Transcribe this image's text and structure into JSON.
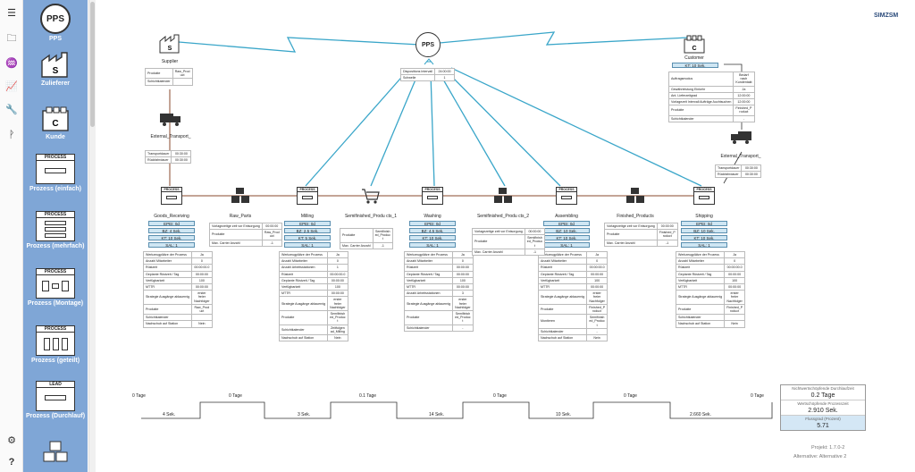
{
  "rail_icons": [
    "menu-icon",
    "folder-icon",
    "hierarchy-icon",
    "chart-icon",
    "wrench-icon",
    "branch-icon",
    "gear-icon",
    "help-icon"
  ],
  "rail_glyphs": [
    "☰",
    "🗀",
    "♒",
    "📈",
    "🔧",
    "ᚹ",
    "⚙",
    "?"
  ],
  "palette": {
    "pps": "PPS",
    "supplier": "Zulieferer",
    "customer": "Kunde",
    "customer_icon_letter": "C",
    "supplier_icon_letter": "S",
    "process_header": "PROCESS",
    "lead_header": "LEAD",
    "process_simple": "Prozess (einfach)",
    "process_multi": "Prozess (mehrfach)",
    "process_assembly": "Prozess (Montage)",
    "process_split": "Prozess (geteilt)",
    "process_lead": "Prozess (Durchlauf)"
  },
  "logo": "SIMZSM",
  "pps_node": {
    "label": "PPS",
    "rows": [
      [
        "Dispositions Intervall",
        "24:00:00"
      ],
      [
        "Schwelle",
        "1"
      ]
    ]
  },
  "supplier": {
    "label": "Supplier",
    "letter": "S",
    "rows": [
      [
        "Produkte",
        "Raw_Prod uct"
      ],
      [
        "Schichtkalender",
        ""
      ]
    ]
  },
  "customer": {
    "label": "Customer",
    "letter": "C",
    "kpi": "KT: 10 Sek.",
    "rows": [
      [
        "Auftragsmodus",
        "Bedarf nach Kundentakt"
      ],
      [
        "Gewährleistung Einkehr",
        "Ja"
      ],
      [
        "Ant. Lieferzeitgrad",
        "12:00:00"
      ],
      [
        "Vorlagezeit Intervall Aufträge Auchtsuchen",
        "12:00:00"
      ],
      [
        "Produkte",
        "Finished_P roduct"
      ],
      [
        "Schichtkalender",
        "-"
      ]
    ]
  },
  "transport_in": {
    "label": "External_Transport_",
    "rows": [
      [
        "Transportdauer",
        "00:30:00"
      ],
      [
        "Rückfahrdauer",
        "00:30:00"
      ]
    ]
  },
  "transport_out": {
    "label": "External_Transport_",
    "rows": [
      [
        "Transportdauer",
        "00:30:00"
      ],
      [
        "Rückfahrdauer",
        "00:30:00"
      ]
    ]
  },
  "processes": [
    {
      "label": "Goods_Receiving",
      "kpis": [
        "EPEI: 0d",
        "BZ: 4 Sek.",
        "KT: 10 Sek.",
        "SAL: 1"
      ],
      "rows": [
        [
          "Werkzeugplätze der Prozess",
          "Ja"
        ],
        [
          "Anzahl Mitarbeiter",
          "0"
        ],
        [
          "Rüstzeit",
          "00:00:00.0"
        ],
        [
          "Geplante Rüstzeit / Tag",
          "00:00:00"
        ],
        [
          "Verfügbarkeit",
          "100"
        ],
        [
          "MTTR",
          "00:00:00"
        ],
        [
          "Strategie Ausgänge ablauernig",
          "erster freier Nachfolger"
        ],
        [
          "Produkte",
          "Raw_Prod uct"
        ],
        [
          "Schichtkalender",
          ""
        ],
        [
          "Nachschub auf Station",
          "Nein"
        ]
      ]
    },
    {
      "label": "Milling",
      "kpis": [
        "EPEI: 0d",
        "BZ: 2.5 Sek.",
        "KT: 5 Sek.",
        "SAL: 1"
      ],
      "rows": [
        [
          "Werkzeugplätze der Prozess",
          "Ja"
        ],
        [
          "Anzahl Mitarbeiter",
          "0"
        ],
        [
          "Anzahl Arbeitsstationen",
          "1"
        ],
        [
          "Rüstzeit",
          "00:00:00.0"
        ],
        [
          "Geplante Rüstzeit / Tag",
          "00:00:00"
        ],
        [
          "Verfügbarkeit",
          "100"
        ],
        [
          "MTTR",
          "00:00:00"
        ],
        [
          "Strategie Ausgänge ablauernig",
          "erster freier Nachfolger"
        ],
        [
          "Produkte",
          "Semifinish ed_Produc t"
        ],
        [
          "Schichtkalender",
          "Zeitfolgen ad_Milling"
        ],
        [
          "Nachschub auf Station",
          "Nein"
        ]
      ]
    },
    {
      "label": "Washing",
      "kpis": [
        "EPEI: 0d",
        "BZ: 4.5 Sek.",
        "KT: 10 Sek.",
        "SAL: 1"
      ],
      "rows": [
        [
          "Werkzeugplätze der Prozess",
          "Ja"
        ],
        [
          "Anzahl Mitarbeiter",
          "0"
        ],
        [
          "Rüstzeit",
          "00:00:00"
        ],
        [
          "Geplante Rüstzeit / Tag",
          "00:00:00"
        ],
        [
          "Verfügbarkeit",
          "100"
        ],
        [
          "MTTR",
          "00:00:00"
        ],
        [
          "Anzahl Arbeitsstationen",
          "3"
        ],
        [
          "Strategie Ausgänge ablauernig",
          "erster freier Nachfolger"
        ],
        [
          "Produkte",
          "Semifinish ed_Produc t"
        ],
        [
          "Schichtkalender",
          "-"
        ]
      ]
    },
    {
      "label": "Assembling",
      "kpis": [
        "EPEI: 0d",
        "BZ: 10 Sek.",
        "KT: 10 Sek.",
        "SAL: 1"
      ],
      "rows": [
        [
          "Werkzeugplätze der Prozess",
          "Ja"
        ],
        [
          "Anzahl Mitarbeiter",
          "0"
        ],
        [
          "Rüstzeit",
          "00:00:00.0"
        ],
        [
          "Geplante Rüstzeit / Tag",
          "00:00:00"
        ],
        [
          "Verfügbarkeit",
          "100"
        ],
        [
          "MTTR",
          "00:00:00"
        ],
        [
          "Strategie Ausgänge ablauernig",
          "erster freier Nachfolger"
        ],
        [
          "Produkte",
          "Finished_P roduct"
        ],
        [
          "Montieren",
          "Semifinish ed_Produc t"
        ],
        [
          "Schichtkalender",
          "-"
        ],
        [
          "Nachschub auf Station",
          "Nein"
        ]
      ]
    },
    {
      "label": "Shipping",
      "kpis": [
        "EPEI: 0d",
        "BZ: 10 Sek.",
        "KT: 10 Sek.",
        "SAL: 1"
      ],
      "rows": [
        [
          "Werkzeugplätze der Prozess",
          "Ja"
        ],
        [
          "Anzahl Mitarbeiter",
          "0"
        ],
        [
          "Rüstzeit",
          "00:00:00.0"
        ],
        [
          "Geplante Rüstzeit / Tag",
          "00:00:00"
        ],
        [
          "Verfügbarkeit",
          "100"
        ],
        [
          "MTTR",
          "00:00:00"
        ],
        [
          "Strategie Ausgänge ablauernig",
          "erster freier Nachfolger"
        ],
        [
          "Produkte",
          "Finished_P roduct"
        ],
        [
          "Schichtkalender",
          ""
        ],
        [
          "Nachschub auf Station",
          "Nein"
        ]
      ]
    }
  ],
  "buffers": [
    {
      "label": "Raw_Parts",
      "rows": [
        [
          "Vorlagezeitge zeit vor Entsorgung",
          "00:00:00"
        ],
        [
          "Produkte",
          "Raw_Prod uct"
        ],
        [
          "Max. Carrier Anzahl",
          "-1"
        ]
      ]
    },
    {
      "label": "Semifinished_Produ cts_1",
      "rows": [
        [
          "Produkte",
          "Semifinish ed_Produc t"
        ],
        [
          "Max. Carrier Anzahl",
          "-1"
        ]
      ]
    },
    {
      "label": "Semifinished_Produ cts_2",
      "rows": [
        [
          "Vorlagezeitge zeit vor Entsorgung",
          "00:00:00"
        ],
        [
          "Produkte",
          "Semifinish ed_Produc t"
        ],
        [
          "Max. Carrier Anzahl",
          "-1"
        ]
      ]
    },
    {
      "label": "Finished_Products",
      "rows": [
        [
          "Vorlagezeitge zeit vor Entsorgung",
          "00:00:00"
        ],
        [
          "Produkte",
          "Finished_P roduct"
        ],
        [
          "Max. Carrier Anzahl",
          "-1"
        ]
      ]
    }
  ],
  "timeline": {
    "tage": [
      "0 Tage",
      "0 Tage",
      "0.1 Tage",
      "0 Tage",
      "0 Tage",
      "0 Tage"
    ],
    "sek": [
      "4 Sek.",
      "3 Sek.",
      "14 Sek.",
      "10 Sek.",
      "2.660 Sek."
    ]
  },
  "summary": {
    "lead_label": "Nichtwertschöpfende Durchlaufzeit",
    "lead_value": "0.2 Tage",
    "process_label": "Wertschöpfende Prozesszeit",
    "process_value": "2.910 Sek.",
    "ratio_label": "Flussgrad (Prozent)",
    "ratio_value": "5.71"
  },
  "footer": {
    "project": "Projekt: 1.7.0-2",
    "alternative": "Alternative: Alternative 2"
  }
}
